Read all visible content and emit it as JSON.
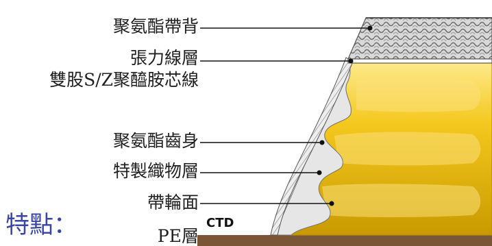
{
  "labels": {
    "pu_back": "聚氨酯帶背",
    "tension_layer": "張力線層",
    "cord": "雙股S/Z聚醯胺芯線",
    "pu_teeth": "聚氨酯齒身",
    "fabric_layer": "特製織物層",
    "pulley_face": "帶輪面",
    "pe_layer": "PE層"
  },
  "features_heading": "特點：",
  "brand_mark": "CTD",
  "colors": {
    "tooth_yellow": "#f2c41c",
    "tooth_highlight": "#fbe37a",
    "tooth_shadow": "#c99a00",
    "back_pattern": "#bfbfbf",
    "fabric_gray": "#e3e3e3",
    "base_brown": "#7a5636",
    "leader_line": "#111111",
    "heading_blue": "#3a45a8"
  }
}
